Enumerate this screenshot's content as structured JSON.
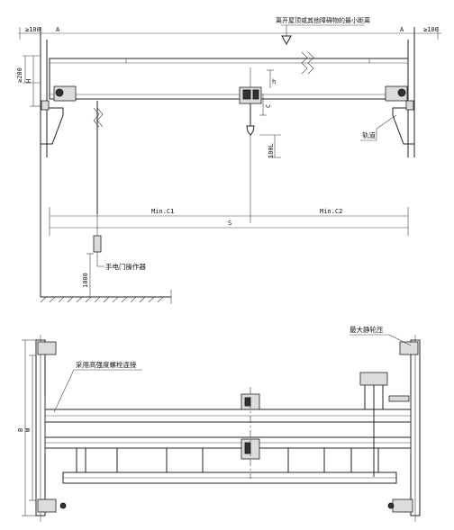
{
  "labels": {
    "clearance_note": "离开屋顶或其他障碍物的最小距离",
    "dim_min100_left": "≥100",
    "dim_min100_right": "≥100",
    "axis_a_left": "A",
    "axis_a_right": "A",
    "dim_min200": "≥200",
    "dim_h1": "H",
    "dim_h": "h",
    "dim_c": "C",
    "dim_100l": "100L",
    "rail": "轨道",
    "min_c1": "Min.C1",
    "min_c2": "Min.C2",
    "span_s": "S",
    "dim_1000": "1000",
    "hand_switch": "手电门操作器",
    "max_wheel_load": "最大静轮压",
    "bolt_connection": "采用高强度螺栓连接",
    "dim_b": "B",
    "dim_w": "W"
  }
}
